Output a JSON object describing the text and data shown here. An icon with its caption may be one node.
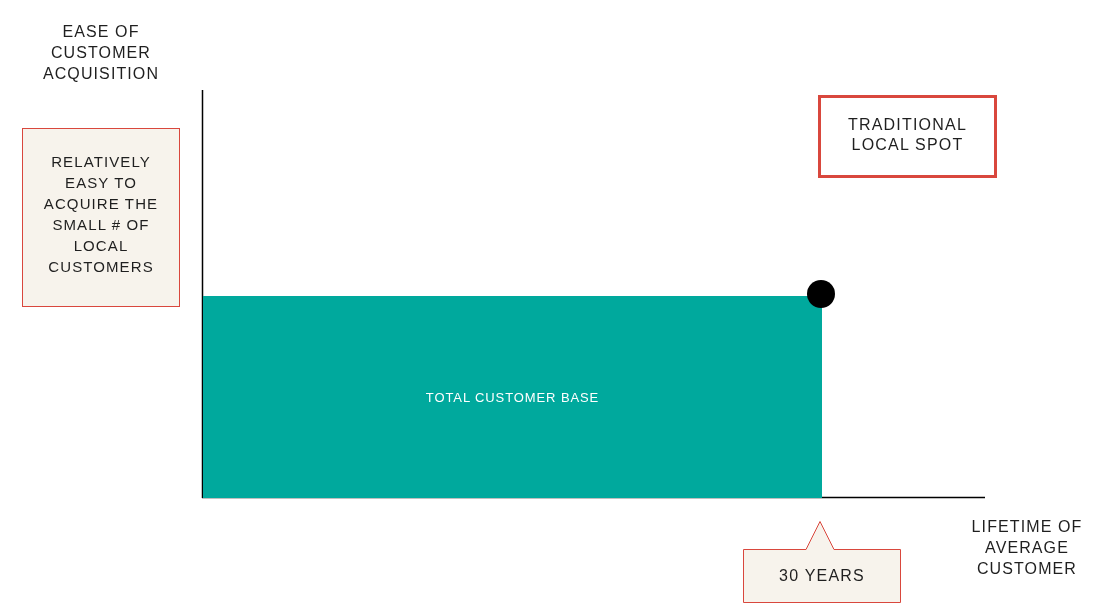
{
  "diagram": {
    "nodes": [
      {
        "text": [
          "RELATIVELY EASY TO ACQUIRE THE SMALL # OF LOCAL CUSTOMERS"
        ]
      },
      {
        "text": [
          "TRADITIONAL LOCAL SPOT"
        ]
      },
      {
        "text": [
          "TOTAL CUSTOMER BASE"
        ]
      },
      {
        "text": [],
        "shape": "circle"
      },
      {
        "text": [
          "30 YEARS"
        ]
      }
    ],
    "labels": [
      "EASE OF CUSTOMER ACQUISITION",
      "LIFETIME OF AVERAGE CUSTOMER"
    ]
  }
}
